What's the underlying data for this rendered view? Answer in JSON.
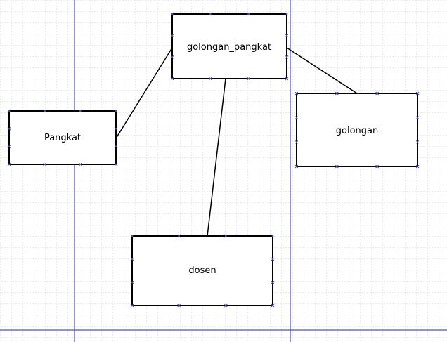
{
  "diagram": {
    "entities": [
      {
        "id": "golongan_pangkat",
        "label": "golongan_pangkat"
      },
      {
        "id": "pangkat",
        "label": "Pangkat"
      },
      {
        "id": "golongan",
        "label": "golongan"
      },
      {
        "id": "dosen",
        "label": "dosen"
      }
    ],
    "relations": [
      {
        "from": "golongan_pangkat",
        "to": "pangkat"
      },
      {
        "from": "golongan_pangkat",
        "to": "golongan"
      },
      {
        "from": "golongan_pangkat",
        "to": "dosen"
      }
    ]
  },
  "colors": {
    "grid": "#c8d8d8",
    "page_border": "#2a2a9a",
    "handle": "#5555aa"
  }
}
